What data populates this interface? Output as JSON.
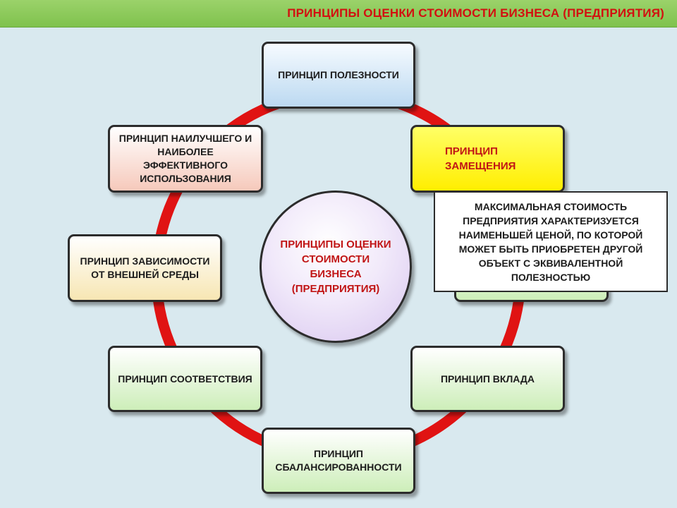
{
  "header": {
    "title": "ПРИНЦИПЫ ОЦЕНКИ СТОИМОСТИ БИЗНЕСА (ПРЕДПРИЯТИЯ)"
  },
  "colors": {
    "header_bg": "#8cc95a",
    "title_text": "#d21010",
    "ring": "#e01313",
    "background": "#d9e9ef"
  },
  "center": {
    "label": "ПРИНЦИПЫ ОЦЕНКИ СТОИМОСТИ БИЗНЕСА (ПРЕДПРИЯТИЯ)"
  },
  "nodes": {
    "utility": "ПРИНЦИП ПОЛЕЗНОСТИ",
    "substitution": "ПРИНЦИП ЗАМЕЩЕНИЯ",
    "best_use": "ПРИНЦИП НАИЛУЧШЕГО И НАИБОЛЕЕ ЭФФЕКТИВНОГО ИСПОЛЬЗОВАНИЯ",
    "external_dependency": "ПРИНЦИП ЗАВИСИМОСТИ ОТ ВНЕШНЕЙ СРЕДЫ",
    "conformity": "ПРИНЦИП СООТВЕТСТВИЯ",
    "contribution": "ПРИНЦИП ВКЛАДА",
    "balance": "ПРИНЦИП СБАЛАНСИРОВАННОСТИ"
  },
  "callout": {
    "text": "МАКСИМАЛЬНАЯ СТОИМОСТЬ ПРЕДПРИЯТИЯ ХАРАКТЕРИЗУЕТСЯ НАИМЕНЬШЕЙ ЦЕНОЙ, ПО КОТОРОЙ МОЖЕТ БЫТЬ ПРИОБРЕТЕН ДРУГОЙ ОБЪЕКТ С ЭКВИВАЛЕНТНОЙ ПОЛЕЗНОСТЬЮ"
  }
}
